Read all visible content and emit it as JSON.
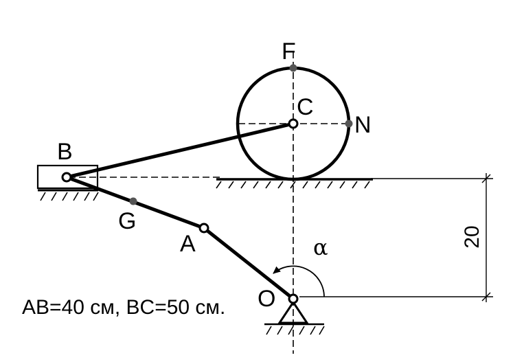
{
  "labels": {
    "F": "F",
    "C": "C",
    "N": "N",
    "B": "B",
    "G": "G",
    "A": "A",
    "O": "O",
    "alpha": "α"
  },
  "dimension": "20",
  "caption": "AB=40 см, BC=50 см.",
  "colors": {
    "ink": "#000000",
    "dot": "#555555"
  }
}
